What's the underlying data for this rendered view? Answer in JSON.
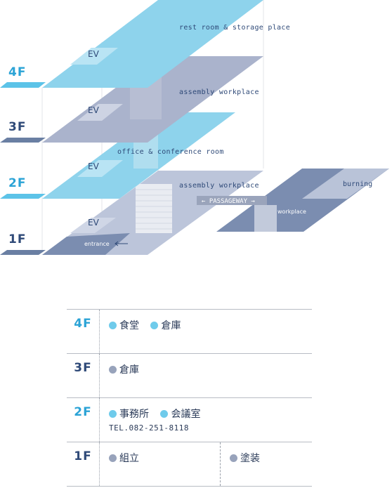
{
  "colors": {
    "light_blue": "#8ed3ec",
    "light_blue_dot": "#6fcbeb",
    "grey_blue": "#9eaac8",
    "grey_dot": "#98a3bb",
    "navy": "#2f4a78",
    "accent_blue": "#2ba3d6"
  },
  "diagram": {
    "floors": {
      "f4": "4F",
      "f3": "3F",
      "f2": "2F",
      "f1": "1F"
    },
    "ev": "EV",
    "labels": {
      "f4_room": "rest room & storage place",
      "f3_room": "assembly workplace",
      "f2_room": "office & conference room",
      "f1_room": "assembly workplace",
      "passageway": "← PASSAGEWAY →",
      "workplace": "workplace",
      "burning": "burning",
      "entrance": "entrance"
    }
  },
  "table": {
    "rows": [
      {
        "floor": "4F",
        "items": [
          "食堂",
          "倉庫"
        ]
      },
      {
        "floor": "3F",
        "items": [
          "倉庫"
        ]
      },
      {
        "floor": "2F",
        "items": [
          "事務所",
          "会議室"
        ],
        "tel": "TEL.082-251-8118"
      },
      {
        "floor": "1F",
        "items": [
          "組立"
        ],
        "items_right": [
          "塗装"
        ]
      }
    ]
  }
}
